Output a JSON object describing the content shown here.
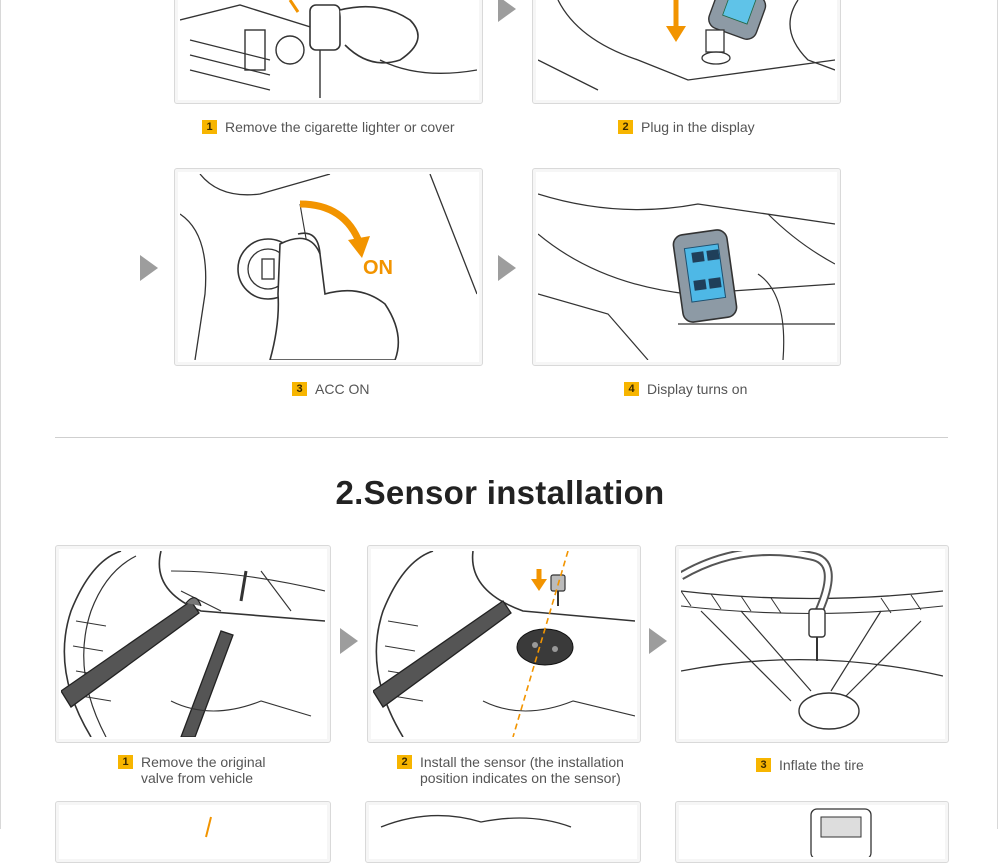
{
  "section1": {
    "steps": [
      {
        "num": "1",
        "caption": "Remove the cigarette lighter or cover"
      },
      {
        "num": "2",
        "caption": "Plug in the display"
      },
      {
        "num": "3",
        "caption": "ACC ON"
      },
      {
        "num": "4",
        "caption": "Display turns on"
      }
    ],
    "illustration_labels": {
      "on_label": "ON"
    }
  },
  "section2": {
    "title": "2.Sensor installation",
    "steps": [
      {
        "num": "1",
        "caption_line1": "Remove the original",
        "caption_line2": "valve from vehicle"
      },
      {
        "num": "2",
        "caption_line1": "Install the sensor (the installation",
        "caption_line2": "position indicates on the sensor)"
      },
      {
        "num": "3",
        "caption_line1": "Inflate the tire",
        "caption_line2": ""
      }
    ]
  },
  "colors": {
    "accent": "#f7b500",
    "arrow": "#9d9d9d",
    "orange": "#f29400"
  }
}
